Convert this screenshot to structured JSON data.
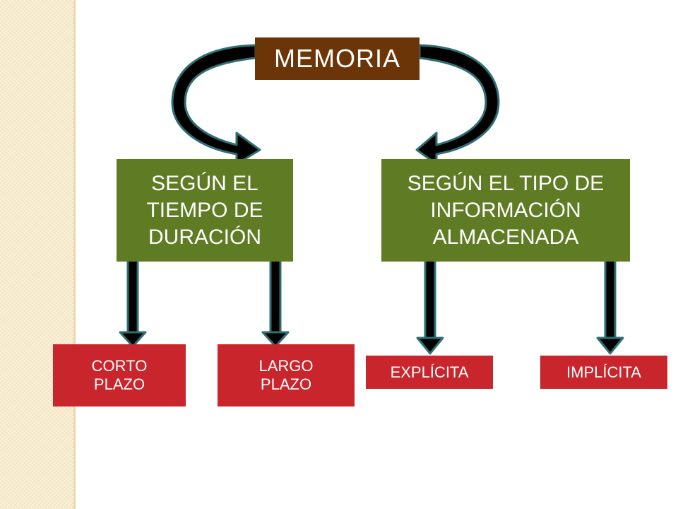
{
  "diagram": {
    "root": {
      "label": "MEMORIA"
    },
    "categories": [
      {
        "label": "SEGÚN EL\nTIEMPO DE\nDURACIÓN"
      },
      {
        "label": "SEGÚN EL TIPO DE\nINFORMACIÓN\nALMACENADA"
      }
    ],
    "leaves": [
      {
        "label": "CORTO\nPLAZO"
      },
      {
        "label": "LARGO\nPLAZO"
      },
      {
        "label": "EXPLÍCITA"
      },
      {
        "label": "IMPLÍCITA"
      }
    ]
  },
  "colors": {
    "root_fill": "#6b3508",
    "category_fill": "#5f7c24",
    "leaf_fill": "#c8252c",
    "arrow_fill": "#000000",
    "arrow_outline": "#2f6f73",
    "side_strip": "#f3e2b8"
  }
}
